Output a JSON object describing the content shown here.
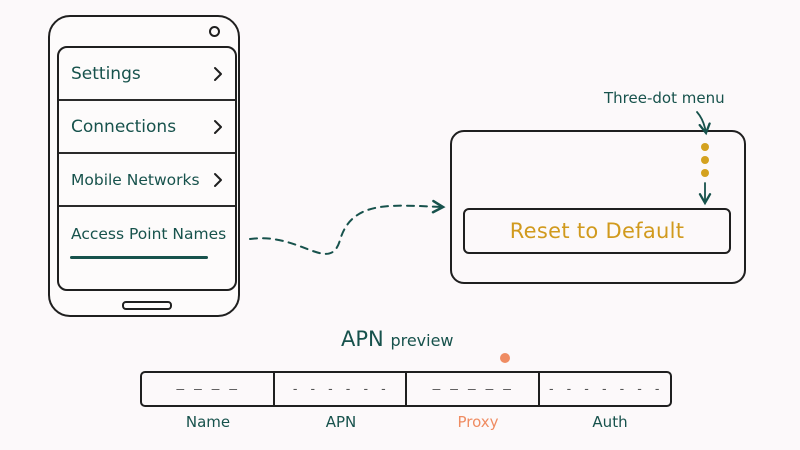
{
  "phone": {
    "menu_items": [
      {
        "label": "Settings"
      },
      {
        "label": "Connections"
      },
      {
        "label": "Mobile Networks"
      },
      {
        "label": "Access Point Names",
        "highlighted": true
      }
    ]
  },
  "panel": {
    "annotation": "Three-dot menu",
    "reset_label": "Reset to Default"
  },
  "apn_preview": {
    "title": "APN",
    "subtitle": "preview",
    "fields": [
      {
        "label": "Name",
        "placeholder": "— — — —",
        "highlighted": false
      },
      {
        "label": "APN",
        "placeholder": "- - - - - -",
        "highlighted": false
      },
      {
        "label": "Proxy",
        "placeholder": "— — — — —",
        "highlighted": true
      },
      {
        "label": "Auth",
        "placeholder": "- - - - - - -",
        "highlighted": false
      }
    ]
  },
  "colors": {
    "ink": "#1f1f1f",
    "teal": "#17524c",
    "gold": "#d19a1d",
    "orange": "#ef8c62",
    "background": "#fcf9fa"
  },
  "icons": [
    "chevron-right-icon",
    "three-dot-menu-icon",
    "camera-icon",
    "speaker-icon"
  ]
}
